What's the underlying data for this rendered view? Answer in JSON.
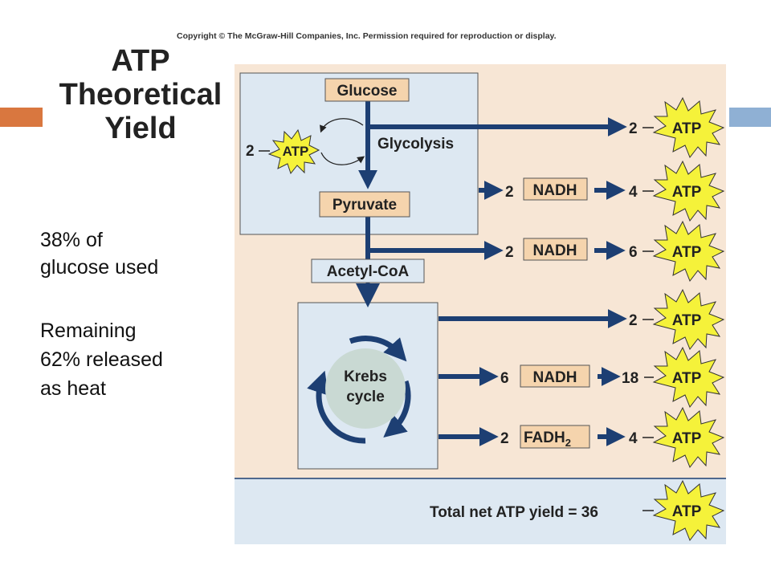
{
  "copyright": "Copyright © The McGraw-Hill Companies, Inc. Permission required for reproduction or display.",
  "title": [
    "ATP",
    "Theoretical",
    "Yield"
  ],
  "side_notes": {
    "line1": "38% of",
    "line2": "glucose used",
    "line3": "Remaining",
    "line4": "62% released",
    "line5": "as heat"
  },
  "diagram": {
    "glucose": "Glucose",
    "glycolysis": "Glycolysis",
    "pyruvate": "Pyruvate",
    "acetyl_coa": "Acetyl-CoA",
    "krebs_line1": "Krebs",
    "krebs_line2": "cycle",
    "invest_count": "2",
    "atp": "ATP",
    "nadh": "NADH",
    "fadh2_main": "FADH",
    "fadh2_sub": "2",
    "rows": [
      {
        "carrier_count": "",
        "carrier": "",
        "atp_count": "2"
      },
      {
        "carrier_count": "2",
        "carrier": "NADH",
        "atp_count": "4"
      },
      {
        "carrier_count": "2",
        "carrier": "NADH",
        "atp_count": "6"
      },
      {
        "carrier_count": "",
        "carrier": "",
        "atp_count": "2"
      },
      {
        "carrier_count": "6",
        "carrier": "NADH",
        "atp_count": "18"
      },
      {
        "carrier_count": "2",
        "carrier": "FADH2",
        "atp_count": "4"
      }
    ],
    "total_label": "Total net ATP yield = 36"
  },
  "colors": {
    "background_panel": "#f7e6d5",
    "box_fill": "#dde8f2",
    "label_fill": "#f5d4ad",
    "arrow": "#1d3f73",
    "starburst": "#f5f23a",
    "accent_left": "#d9773f",
    "accent_right": "#8fb0d4"
  }
}
